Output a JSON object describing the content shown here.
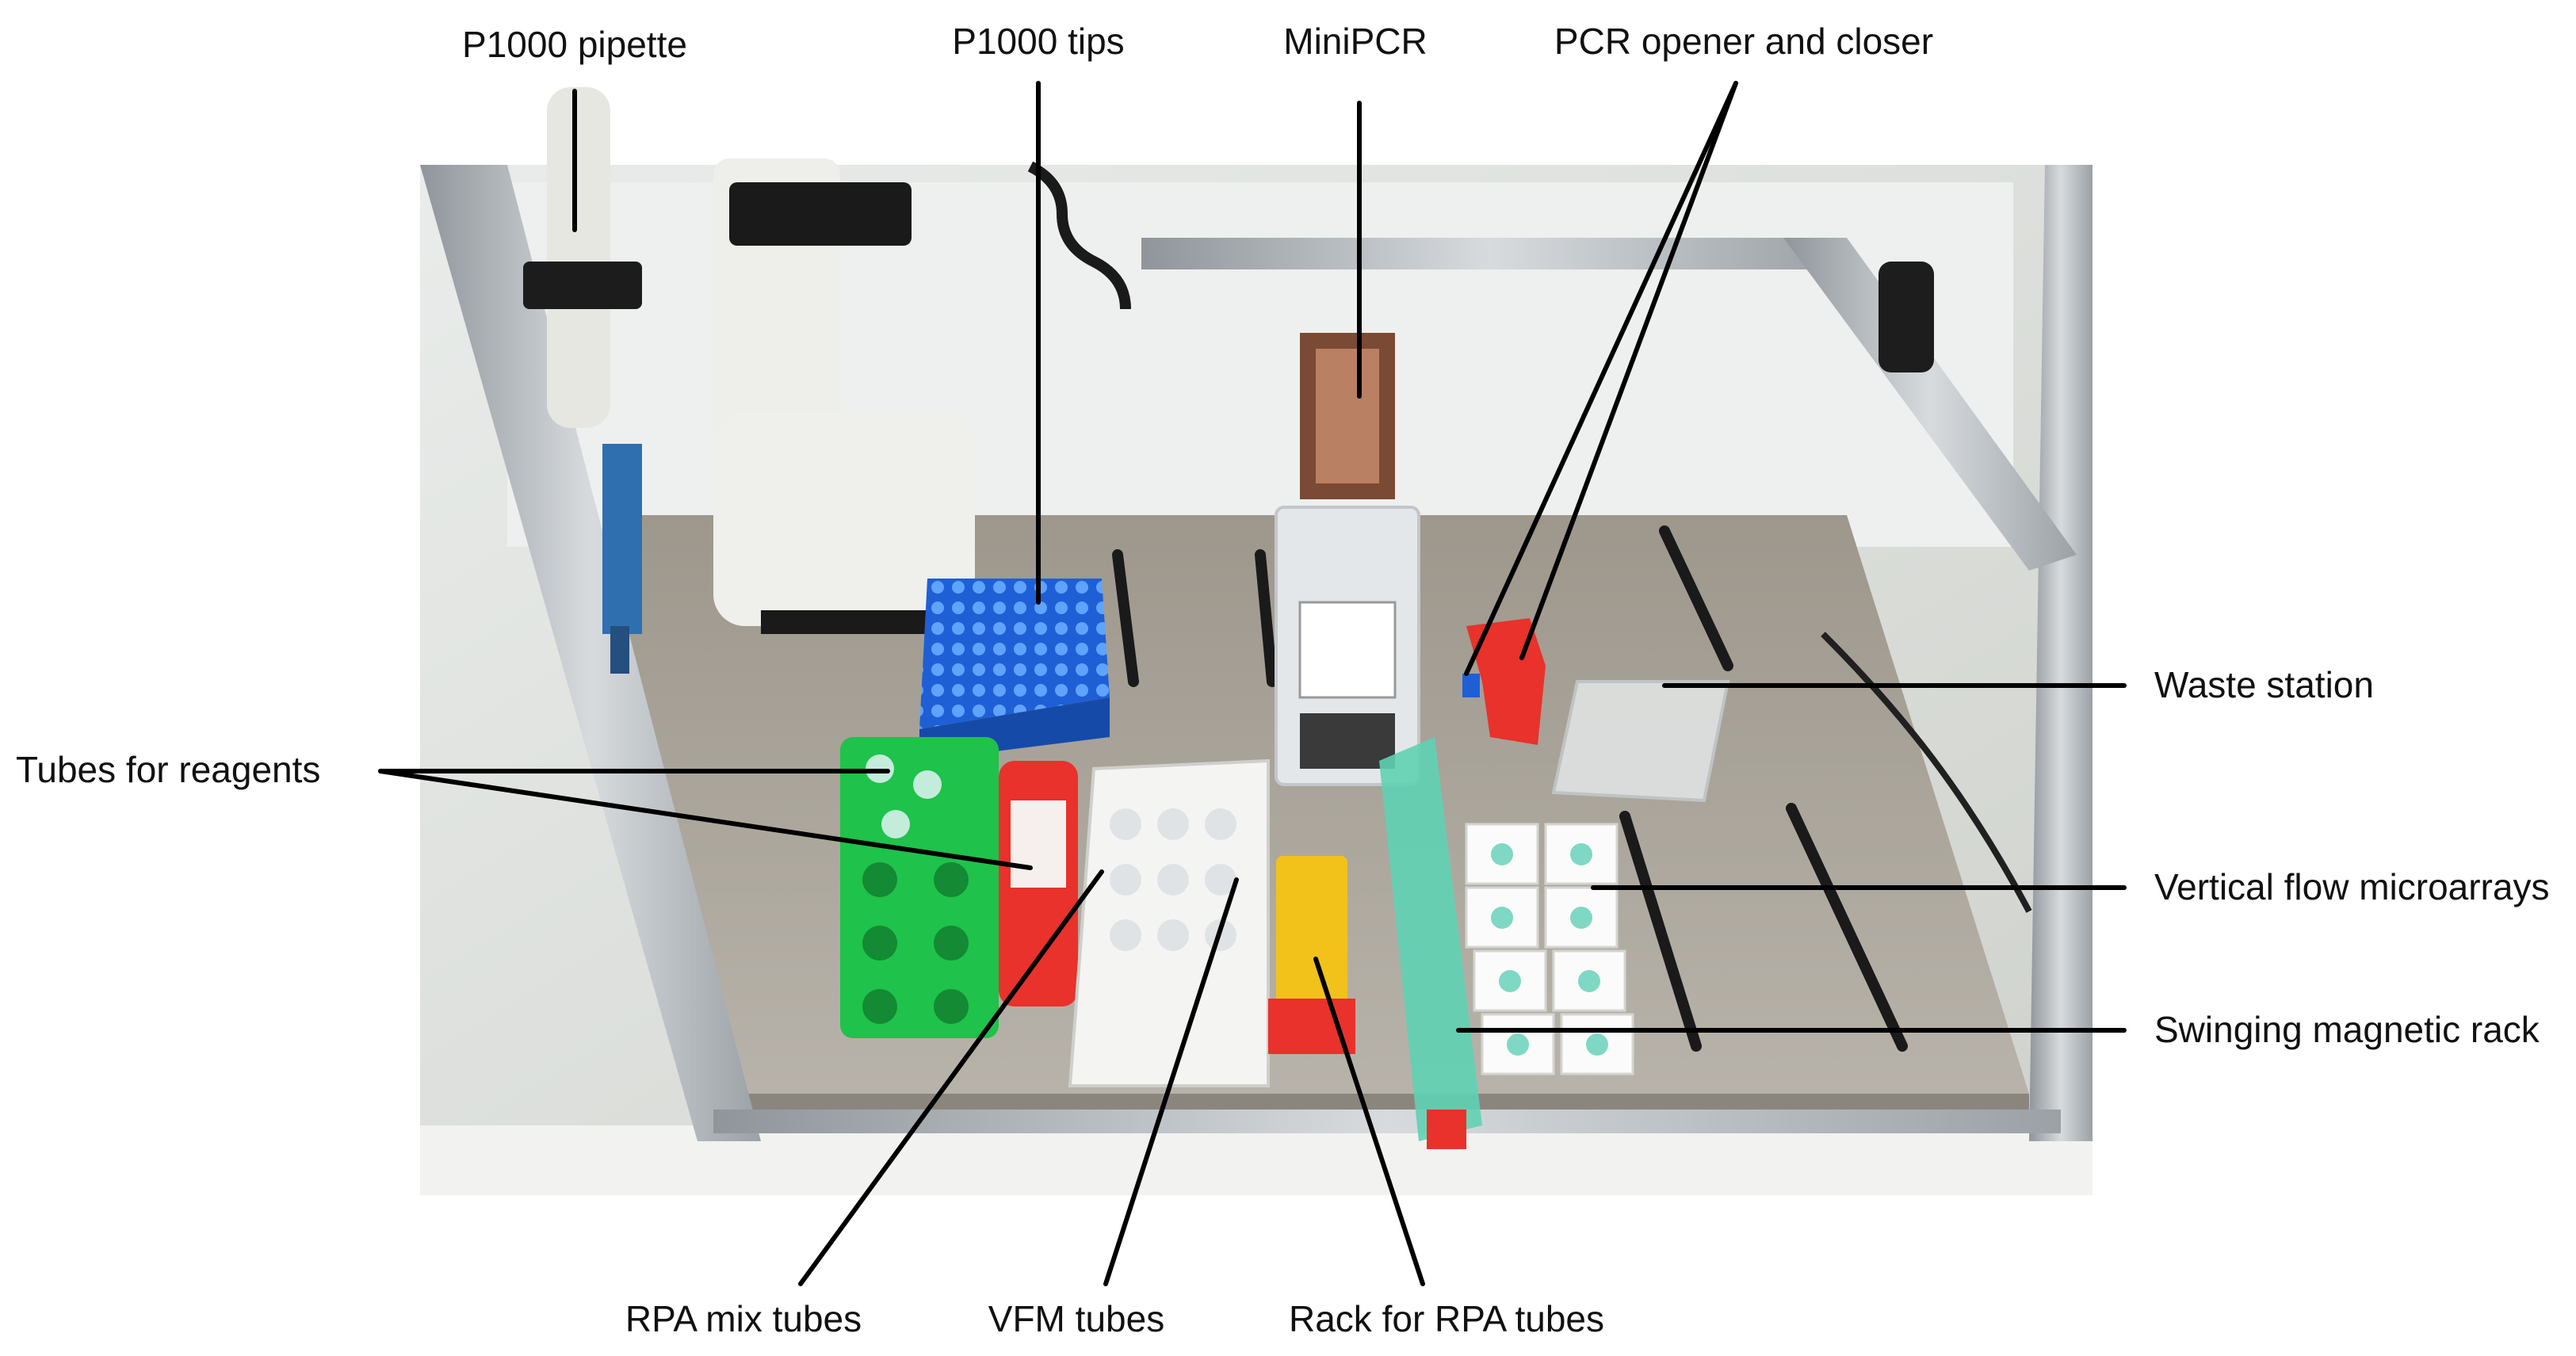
{
  "labels": {
    "p1000_pipette": "P1000 pipette",
    "p1000_tips": "P1000 tips",
    "minipcr": "MiniPCR",
    "pcr_opener_closer": "PCR opener and closer",
    "waste_station": "Waste station",
    "tubes_for_reagents": "Tubes for reagents",
    "vertical_flow_microarrays": "Vertical flow microarrays",
    "swinging_magnetic_rack": "Swinging magnetic rack",
    "rpa_mix_tubes": "RPA mix tubes",
    "vfm_tubes": "VFM tubes",
    "rack_for_rpa_tubes": "Rack for RPA tubes"
  },
  "colors": {
    "tip_box": "#1f5fd6",
    "green_rack": "#1fc24a",
    "red_rack": "#e8322b",
    "yellow_rack": "#f2c21b",
    "teal_magnetic_rack": "#5fd1b3",
    "frame": "#b9bec3",
    "deck": "#a8a39a"
  }
}
